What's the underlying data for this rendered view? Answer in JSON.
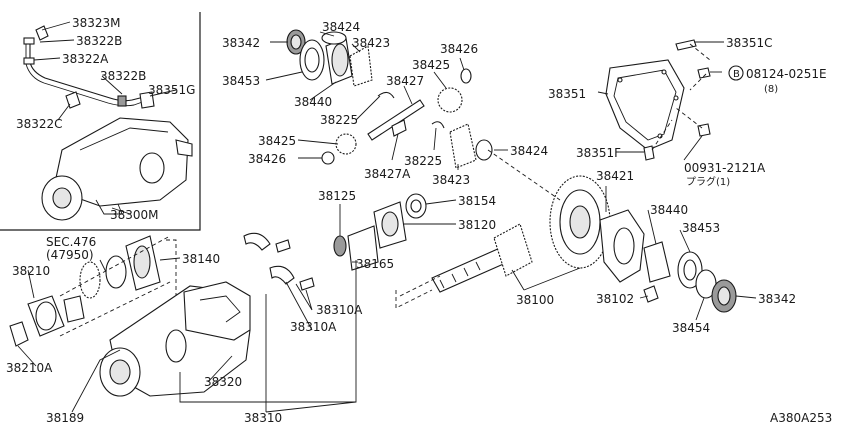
{
  "diagram_code": "A380A253",
  "labels": {
    "p38323M": "38323M",
    "p38322B_a": "38322B",
    "p38322A": "38322A",
    "p38322B_b": "38322B",
    "p38351G": "38351G",
    "p38322C": "38322C",
    "p38300M": "38300M",
    "p38342_a": "38342",
    "p38424_a": "38424",
    "p38423_a": "38423",
    "p38453_a": "38453",
    "p38440_a": "38440",
    "p38427": "38427",
    "p38225_a": "38225",
    "p38426_a": "38426",
    "p38425_a": "38425",
    "p38425_b": "38425",
    "p38426_b": "38426",
    "p38427A": "38427A",
    "p38225_b": "38225",
    "p38423_b": "38423",
    "p38424_b": "38424",
    "p38351C": "38351C",
    "p08124": "08124-0251E",
    "p08124_qty": "(8)",
    "bolt_marker": "B",
    "p38351": "38351",
    "p38351F": "38351F",
    "p00931": "00931-2121A",
    "p00931_sub": "プラグ(1)",
    "p38421": "38421",
    "p38440_b": "38440",
    "p38453_b": "38453",
    "p38342_b": "38342",
    "p38102": "38102",
    "p38454": "38454",
    "p38125": "38125",
    "p38154": "38154",
    "p38120": "38120",
    "p38165": "38165",
    "p38100": "38100",
    "sec_ref": "SEC.476",
    "sec_ref_sub": "(47950)",
    "p38210": "38210",
    "p38140": "38140",
    "p38210A": "38210A",
    "p38310A_a": "38310A",
    "p38310A_b": "38310A",
    "p38320": "38320",
    "p38189": "38189",
    "p38310": "38310"
  }
}
